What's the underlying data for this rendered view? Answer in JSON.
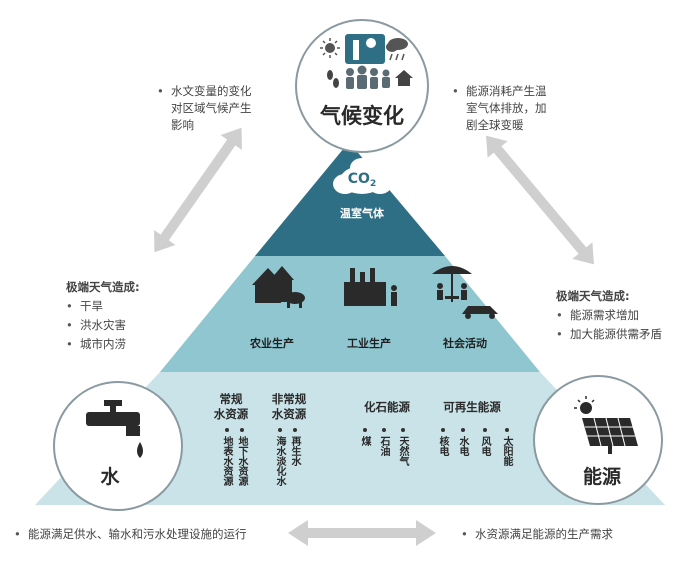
{
  "center_top": {
    "title": "气候变化",
    "band": "温室气体",
    "co2_icon_text": "CO",
    "co2_sub": "2"
  },
  "middle_band": {
    "items": [
      "农业生产",
      "工业生产",
      "社会活动"
    ]
  },
  "bottom_band": {
    "water_groups": [
      {
        "head_line1": "常规",
        "head_line2": "水资源",
        "items": [
          "地表水资源",
          "地下水资源"
        ]
      },
      {
        "head_line1": "非常规",
        "head_line2": "水资源",
        "items": [
          "海水淡化水",
          "再生水"
        ]
      }
    ],
    "energy_groups": [
      {
        "head": "化石能源",
        "items": [
          "煤",
          "石油",
          "天然气"
        ]
      },
      {
        "head": "可再生能源",
        "items": [
          "核电",
          "水电",
          "风电",
          "太阳能"
        ]
      }
    ]
  },
  "circles": {
    "water": "水",
    "energy": "能源"
  },
  "notes": {
    "top_left": [
      "水文变量的变化",
      "对区域气候产生",
      "影响"
    ],
    "top_right": [
      "能源消耗产生温",
      "室气体排放，加",
      "剧全球变暖"
    ],
    "left": {
      "title": "极端天气造成:",
      "items": [
        "干旱",
        "洪水灾害",
        "城市内涝"
      ]
    },
    "right": {
      "title": "极端天气造成:",
      "items": [
        "能源需求增加",
        "加大能源供需矛盾"
      ]
    },
    "bottom_left": "能源满足供水、输水和污水处理设施的运行",
    "bottom_right": "水资源满足能源的生产需求"
  },
  "colors": {
    "band_top": "#2f6f86",
    "band_mid": "#8fc6d0",
    "band_bottom": "#c9e3e8",
    "icon_dark": "#2a2a2a",
    "arrow": "#cfcfcf",
    "circle_border": "#8a9aa0"
  },
  "icons": [
    "earth-climate-icon",
    "co2-cloud-icon",
    "farm-icon",
    "factory-icon",
    "people-umbrella-icon",
    "faucet-icon",
    "solar-panel-icon"
  ]
}
